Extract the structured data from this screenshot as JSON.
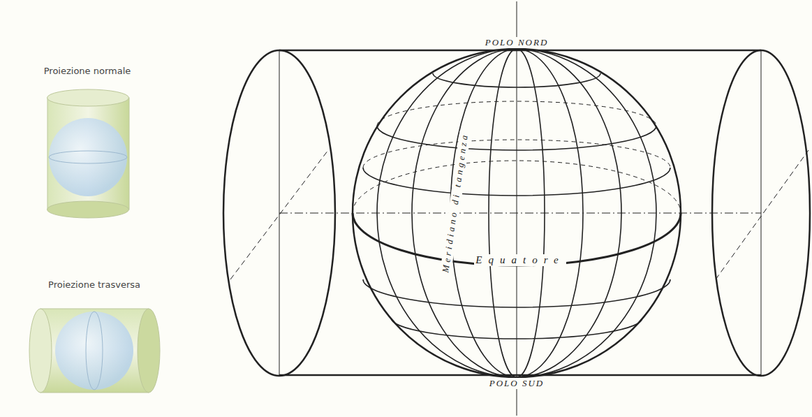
{
  "diagram": {
    "labels": [
      "Proiezione normale",
      "Proiezione trasversa",
      "POLO NORD",
      "POLO SUD",
      "Equatore",
      "Meridiano di tangenza"
    ]
  }
}
